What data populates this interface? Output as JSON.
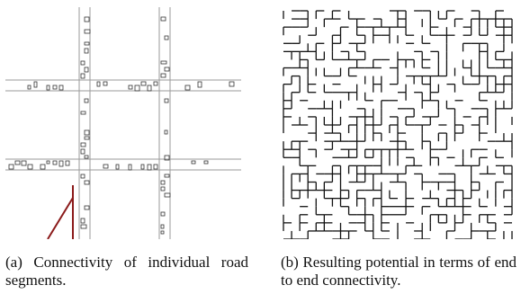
{
  "figure": {
    "panel_a": {
      "caption_label": "(a)",
      "caption_text": "Connectivity of individual road segments.",
      "colors": {
        "road_edge": "#9a9a9a",
        "building": "#333333",
        "marker": "#8b1a1a"
      }
    },
    "panel_b": {
      "caption_label": "(b)",
      "caption_text": "Resulting potential in terms of end to end connectivity.",
      "colors": {
        "network": "#111111"
      }
    }
  }
}
